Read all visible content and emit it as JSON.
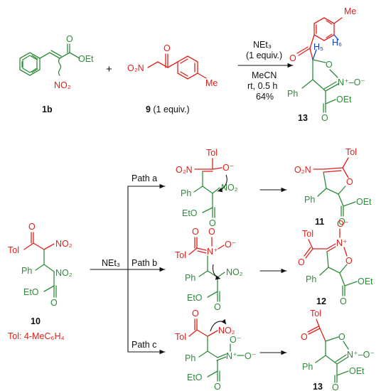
{
  "top_reaction": {
    "reactant_1": {
      "label": "1b",
      "groups": {
        "co2et": "OEt",
        "o": "O",
        "no2": "NO₂"
      }
    },
    "plus": "+",
    "reactant_2": {
      "label": "9",
      "label_suffix": " (1 equiv.)",
      "groups": {
        "o2n": "O₂N",
        "o": "O",
        "me": "Me"
      }
    },
    "conditions": {
      "base": "NEt₃",
      "base_amount": "(1 equiv.)",
      "solvent": "MeCN",
      "temp_time": "rt, 0.5 h",
      "yield": "64%"
    },
    "product": {
      "label": "13",
      "groups": {
        "me": "Me",
        "o": "O",
        "h5": "H₅",
        "h6": "H₆",
        "ring_o": "O",
        "n": "N⁺–O⁻",
        "ph": "Ph",
        "co2et": "OEt",
        "co_o": "O"
      }
    }
  },
  "bottom": {
    "start": {
      "label": "10",
      "tol_def": "Tol: 4-MeC₆H₄",
      "groups": {
        "o": "O",
        "tol": "Tol",
        "no2_top": "NO₂",
        "ph": "Ph",
        "no2_mid": "NO₂",
        "eto": "EtO",
        "o_bot": "O"
      }
    },
    "reagent": "NEt₃",
    "paths": [
      {
        "label": "Path a",
        "int": {
          "tol": "Tol",
          "o2n": "O₂N",
          "o_minus": "O⁻",
          "ph": "Ph",
          "no2": "NO₂",
          "eto": "EtO",
          "o": "O"
        },
        "product": {
          "label": "11",
          "tol": "Tol",
          "o2n": "O₂N",
          "o": "O",
          "ph": "Ph",
          "co2et": "OEt",
          "co_o": "O"
        }
      },
      {
        "label": "Path b",
        "int": {
          "o": "O",
          "o_minus": "O⁻",
          "tol": "Tol",
          "n": "N⁺",
          "ph": "Ph",
          "no2": "NO₂",
          "eto": "EtO",
          "o_bot": "O"
        },
        "product": {
          "label": "12",
          "tol": "Tol",
          "o": "O",
          "o_minus": "O⁻",
          "n": "N⁺",
          "ring_o": "O",
          "ph": "Ph",
          "co2et": "OEt",
          "co_o": "O"
        }
      },
      {
        "label": "Path c",
        "int": {
          "o": "O",
          "tol": "Tol",
          "no2": "NO₂",
          "o_minus": "O⁻",
          "n": "N⁺",
          "ph": "Ph",
          "eto": "EtO",
          "o_bot": "O"
        },
        "product": {
          "label": "13",
          "tol": "Tol",
          "o": "O",
          "ring_o": "O",
          "n": "N⁺–O⁻",
          "ph": "Ph",
          "co2et": "OEt",
          "co_o": "O"
        }
      }
    ]
  }
}
